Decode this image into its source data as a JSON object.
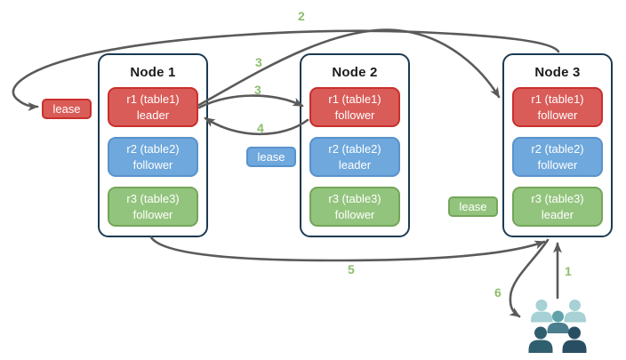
{
  "nodes": [
    {
      "title": "Node 1",
      "replicas": [
        {
          "name": "r1 (table1)",
          "role": "leader",
          "color": "#d95c58"
        },
        {
          "name": "r2 (table2)",
          "role": "follower",
          "color": "#6fa8dc"
        },
        {
          "name": "r3 (table3)",
          "role": "follower",
          "color": "#93c47d"
        }
      ]
    },
    {
      "title": "Node 2",
      "replicas": [
        {
          "name": "r1 (table1)",
          "role": "follower",
          "color": "#d95c58"
        },
        {
          "name": "r2 (table2)",
          "role": "leader",
          "color": "#6fa8dc"
        },
        {
          "name": "r3 (table3)",
          "role": "follower",
          "color": "#93c47d"
        }
      ]
    },
    {
      "title": "Node 3",
      "replicas": [
        {
          "name": "r1 (table1)",
          "role": "follower",
          "color": "#d95c58"
        },
        {
          "name": "r2 (table2)",
          "role": "follower",
          "color": "#6fa8dc"
        },
        {
          "name": "r3 (table3)",
          "role": "leader",
          "color": "#93c47d"
        }
      ]
    }
  ],
  "leases": [
    {
      "label": "lease",
      "color": "#d95c58"
    },
    {
      "label": "lease",
      "color": "#6fa8dc"
    },
    {
      "label": "lease",
      "color": "#93c47d"
    }
  ],
  "steps": [
    {
      "text": "1"
    },
    {
      "text": "2"
    },
    {
      "text": "3"
    },
    {
      "text": "3"
    },
    {
      "text": "4"
    },
    {
      "text": "5"
    },
    {
      "text": "6"
    }
  ],
  "icons": {
    "users": "users-group-icon"
  },
  "colors": {
    "node_border": "#1c3a52",
    "arrow": "#5a5a5a",
    "step_label": "#8cbe6c",
    "red_border": "#c9302c",
    "blue_border": "#5a92cc",
    "green_border": "#74a55a",
    "users_light_teal": "#a7d1d4",
    "users_mid_teal": "#60a3aa",
    "users_mid_dark_teal": "#4a7d8d",
    "users_dark_teal": "#2f5e6f",
    "users_dark_navy": "#294e63"
  }
}
